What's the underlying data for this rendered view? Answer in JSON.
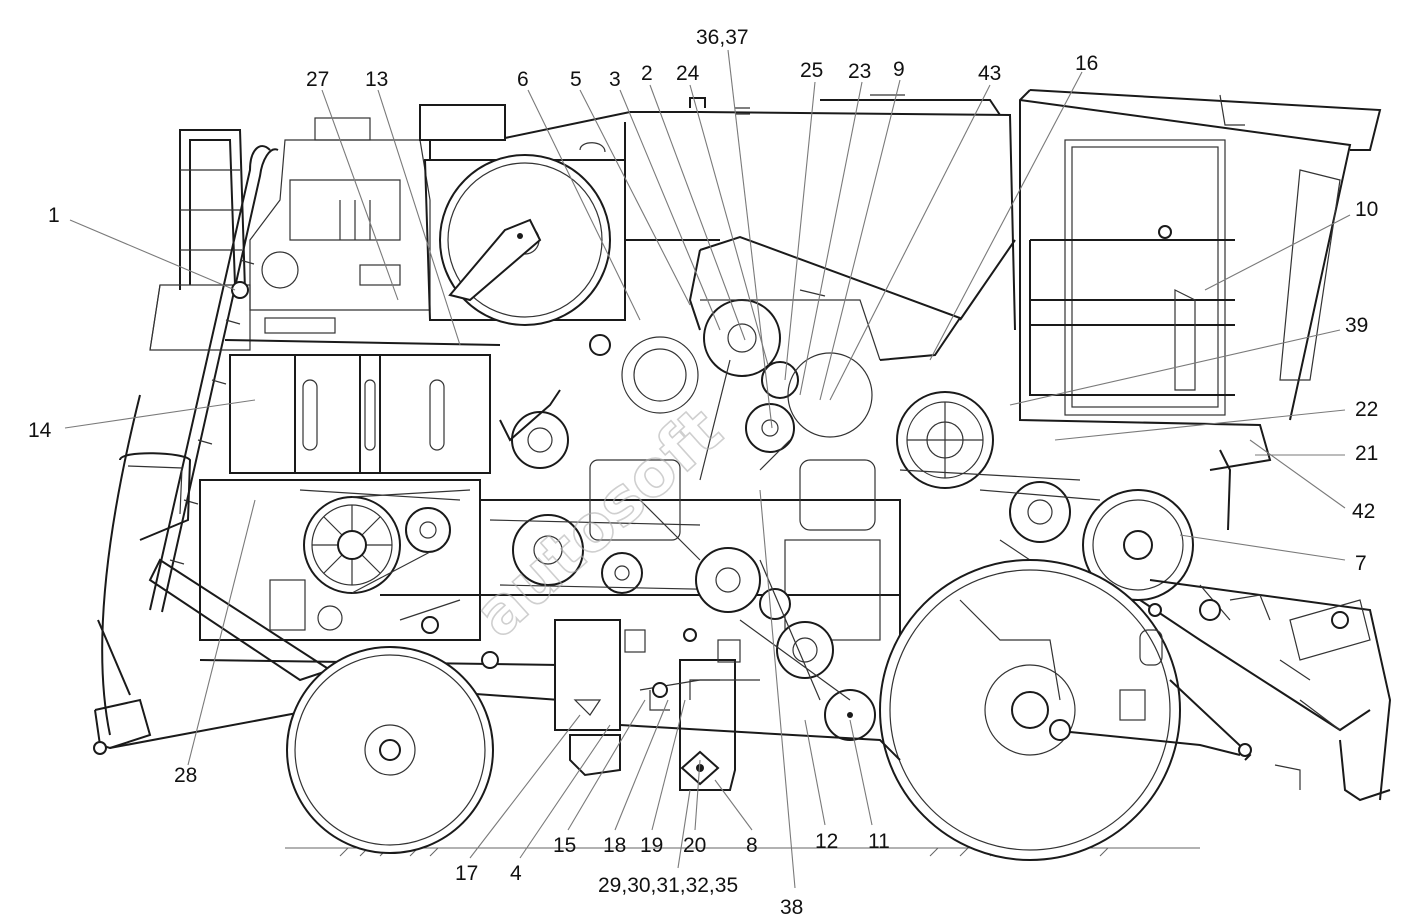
{
  "watermark": "autosoft",
  "callouts": [
    {
      "id": "c1",
      "label": "1"
    },
    {
      "id": "c27",
      "label": "27"
    },
    {
      "id": "c13",
      "label": "13"
    },
    {
      "id": "c6",
      "label": "6"
    },
    {
      "id": "c5",
      "label": "5"
    },
    {
      "id": "c3",
      "label": "3"
    },
    {
      "id": "c2",
      "label": "2"
    },
    {
      "id": "c24",
      "label": "24"
    },
    {
      "id": "c3637",
      "label": "36,37"
    },
    {
      "id": "c25",
      "label": "25"
    },
    {
      "id": "c23",
      "label": "23"
    },
    {
      "id": "c9",
      "label": "9"
    },
    {
      "id": "c43",
      "label": "43"
    },
    {
      "id": "c16",
      "label": "16"
    },
    {
      "id": "c10",
      "label": "10"
    },
    {
      "id": "c39",
      "label": "39"
    },
    {
      "id": "c22",
      "label": "22"
    },
    {
      "id": "c21",
      "label": "21"
    },
    {
      "id": "c42",
      "label": "42"
    },
    {
      "id": "c7",
      "label": "7"
    },
    {
      "id": "c14",
      "label": "14"
    },
    {
      "id": "c28",
      "label": "28"
    },
    {
      "id": "c17",
      "label": "17"
    },
    {
      "id": "c4",
      "label": "4"
    },
    {
      "id": "c15",
      "label": "15"
    },
    {
      "id": "c18",
      "label": "18"
    },
    {
      "id": "c19",
      "label": "19"
    },
    {
      "id": "c20",
      "label": "20"
    },
    {
      "id": "c8",
      "label": "8"
    },
    {
      "id": "c12",
      "label": "12"
    },
    {
      "id": "c11",
      "label": "11"
    },
    {
      "id": "c2935",
      "label": "29,30,31,32,35"
    },
    {
      "id": "c38",
      "label": "38"
    }
  ]
}
